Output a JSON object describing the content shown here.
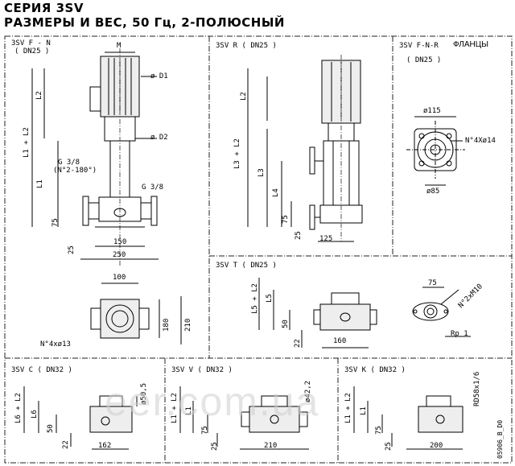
{
  "header": {
    "line1": "СЕРИЯ 3SV",
    "line2": "РАЗМЕРЫ И ВЕС, 50 Гц, 2-ПОЛЮСНЫЙ"
  },
  "panels": {
    "fn": {
      "title1": "3SV F - N",
      "title2": "( DN25 )"
    },
    "r": {
      "title": "3SV R ( DN25 )"
    },
    "flange": {
      "title": "3SV F-N-R",
      "title_suffix": "ФЛАНЦЫ",
      "title2": "( DN25 )"
    },
    "t": {
      "title": "3SV T ( DN25 )"
    },
    "c": {
      "title": "3SV C ( DN32 )"
    },
    "v": {
      "title": "3SV V ( DN32 )"
    },
    "k": {
      "title": "3SV K ( DN32 )"
    }
  },
  "dims": {
    "M": "M",
    "D1": "ø D1",
    "D2": "ø D2",
    "L2": "L2",
    "L1L2": "L1 + L2",
    "L1": "L1",
    "g38a": "G 3/8",
    "g38b": "(N°2-180°)",
    "g38c": "G 3/8",
    "d75": "75",
    "d25": "25",
    "d150": "150",
    "d250": "250",
    "d100": "100",
    "d180": "180",
    "d210": "210",
    "n4x13": "N°4xø13",
    "rL3L2": "L3 + L2",
    "rL3": "L3",
    "rL4": "L4",
    "r75": "75",
    "r25": "25",
    "r125": "125",
    "f115": "ø115",
    "f85": "ø85",
    "fN4x14": "N°4Xø14",
    "tL5L2": "L5 + L2",
    "tL5": "L5",
    "t50": "50",
    "t22": "22",
    "t160": "160",
    "t75": "75",
    "tM10": "N°2xM10",
    "tRp": "Rp 1",
    "cL6L2": "L6 + L2",
    "cL6": "L6",
    "c50": "50",
    "c22": "22",
    "c162": "162",
    "c505": "ø50,5",
    "vL1L2": "L1 + L2",
    "vL1": "L1",
    "v75": "75",
    "v25": "25",
    "v210": "210",
    "v422": "ø42,2",
    "kL1L2": "L1 + L2",
    "kL1": "L1",
    "k75": "75",
    "k25": "25",
    "k200": "200",
    "kRD": "RD58x1/6"
  },
  "footer": {
    "code": "05906_B_D0",
    "watermark": "eer.com.ua"
  }
}
